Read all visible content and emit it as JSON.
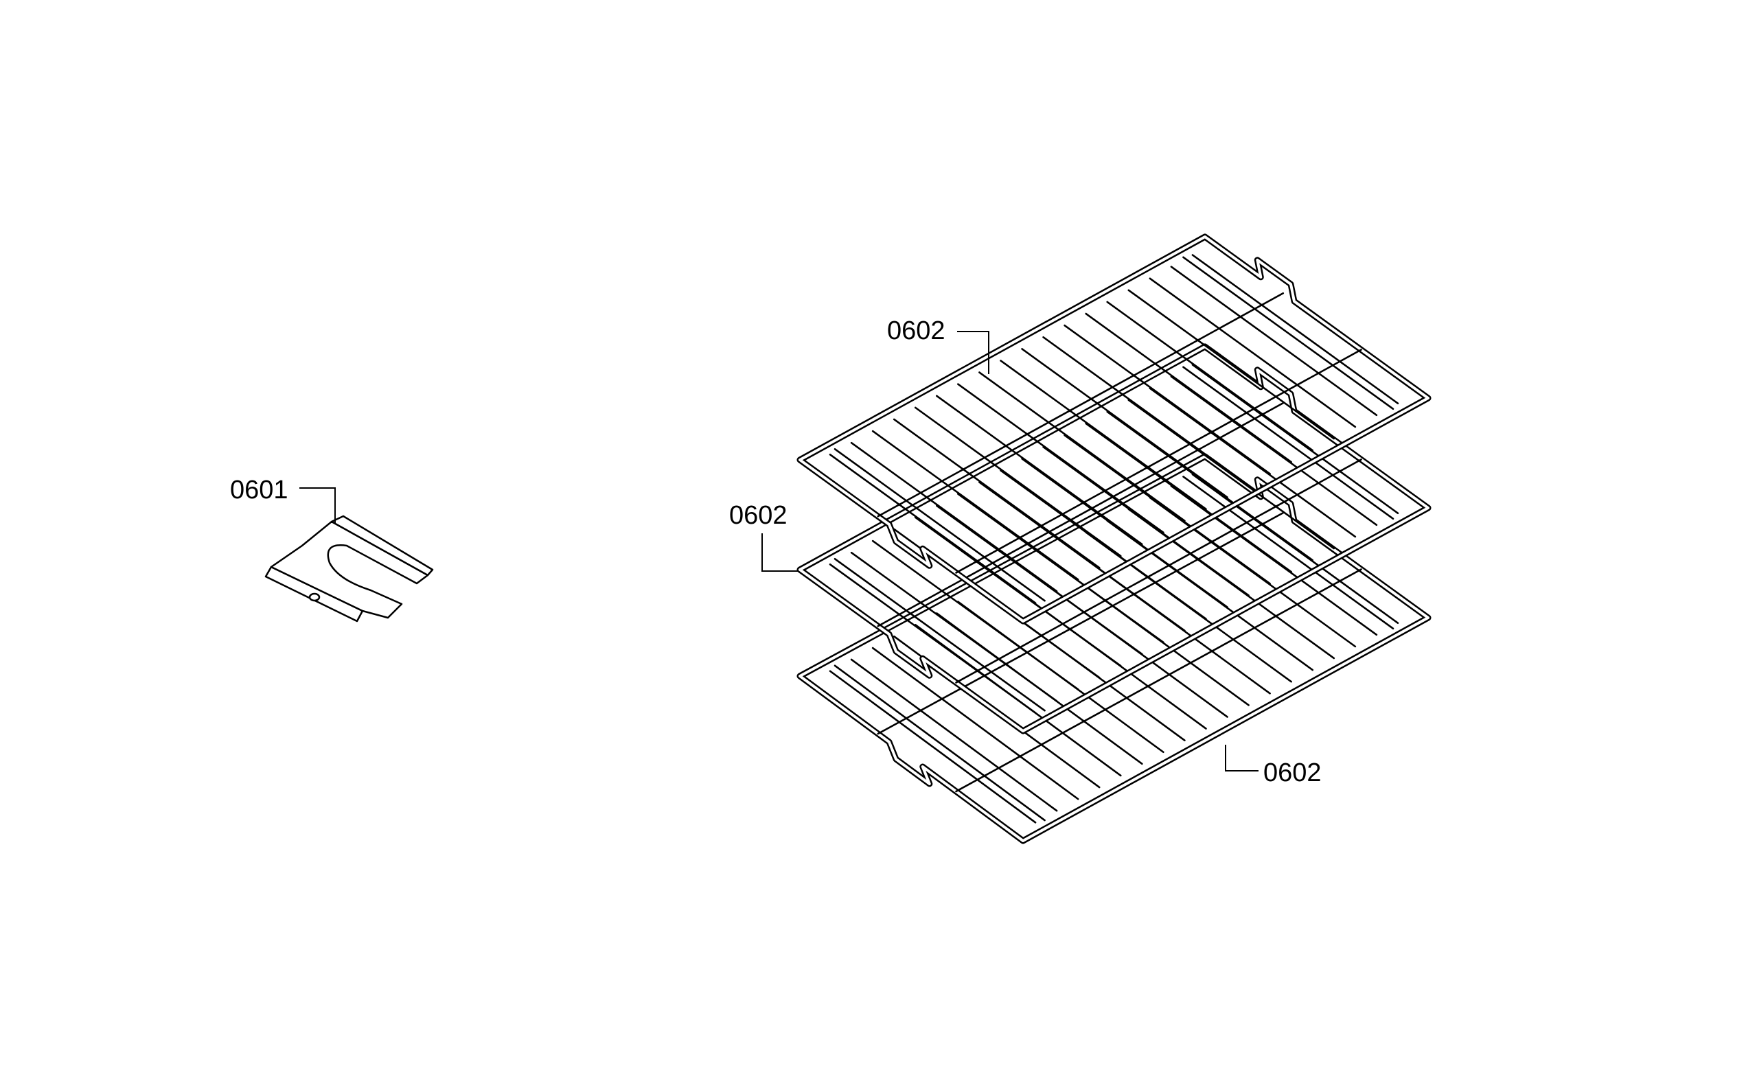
{
  "callouts": {
    "bracket": "0601",
    "rack_top": "0602",
    "rack_middle": "0602",
    "rack_bottom": "0602"
  }
}
